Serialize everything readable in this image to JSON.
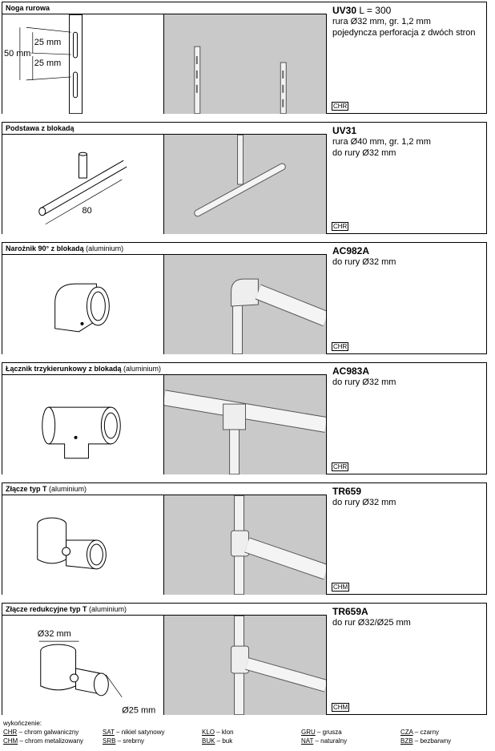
{
  "products": [
    {
      "title": "Noga rurowa",
      "title_note": "",
      "code": "UV30",
      "code_extra": " L = 300",
      "lines": [
        "rura Ø32 mm, gr. 1,2 mm",
        "pojedyncza perforacja z dwóch stron"
      ],
      "dims": [
        "25 mm",
        "50 mm",
        "25 mm"
      ],
      "finish": "CHR"
    },
    {
      "title": "Podstawa z blokadą",
      "title_note": "",
      "code": "UV31",
      "code_extra": "",
      "lines": [
        "rura Ø40 mm, gr. 1,2 mm",
        "do rury Ø32 mm"
      ],
      "dims": [
        "80"
      ],
      "finish": "CHR"
    },
    {
      "title": "Narożnik 90° z blokadą",
      "title_note": " (aluminium)",
      "code": "AC982A",
      "code_extra": "",
      "lines": [
        "do rury Ø32 mm"
      ],
      "dims": [],
      "finish": "CHR"
    },
    {
      "title": "Łącznik trzykierunkowy z blokadą",
      "title_note": " (aluminium)",
      "code": "AC983A",
      "code_extra": "",
      "lines": [
        "do rury Ø32 mm"
      ],
      "dims": [],
      "finish": "CHR"
    },
    {
      "title": "Złącze typ T",
      "title_note": " (aluminium)",
      "code": "TR659",
      "code_extra": "",
      "lines": [
        "do rury Ø32 mm"
      ],
      "dims": [],
      "finish": "CHM"
    },
    {
      "title": "Złącze redukcyjne typ T",
      "title_note": " (aluminium)",
      "code": "TR659A",
      "code_extra": "",
      "lines": [
        "do rur Ø32/Ø25 mm"
      ],
      "dims": [
        "Ø32 mm",
        "Ø25 mm"
      ],
      "finish": "CHM"
    }
  ],
  "legend": {
    "title": "wykończenie:",
    "items": [
      {
        "abbr": "CHR",
        "label": " – chrom galwaniczny"
      },
      {
        "abbr": "CHM",
        "label": " – chrom metalizowany"
      },
      {
        "abbr": "SAT",
        "label": " – nikiel satynowy"
      },
      {
        "abbr": "SRB",
        "label": " – srebrny"
      },
      {
        "abbr": "KLO",
        "label": " – klon"
      },
      {
        "abbr": "BUK",
        "label": " – buk"
      },
      {
        "abbr": "GRU",
        "label": " – grusza"
      },
      {
        "abbr": "NAT",
        "label": " – naturalny"
      },
      {
        "abbr": "CZA",
        "label": " – czarny"
      },
      {
        "abbr": "BZB",
        "label": " – bezbarwny"
      }
    ]
  },
  "colors": {
    "photo_bg": "#c9c9c9",
    "line": "#000000"
  }
}
